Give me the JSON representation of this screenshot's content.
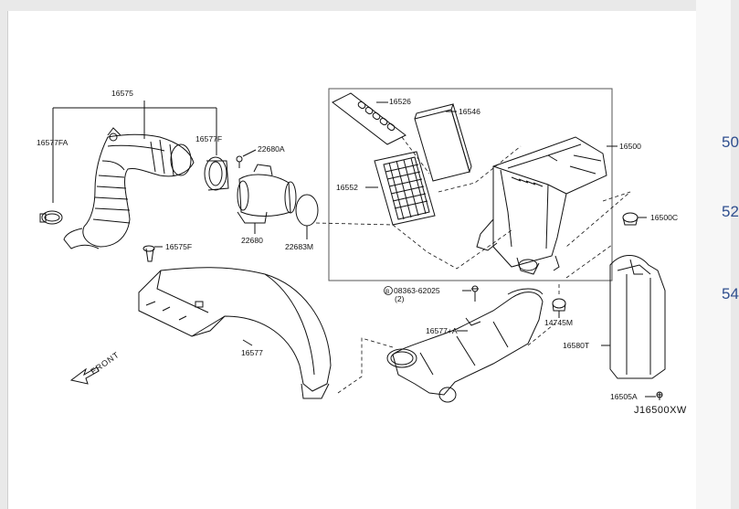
{
  "diagram_code": "J16500XW",
  "front_label": "FRONT",
  "part_labels": {
    "p16575": "16575",
    "p16577FA": "16577FA",
    "p16577F": "16577F",
    "p22680A": "22680A",
    "p16526": "16526",
    "p16546": "16546",
    "p16500": "16500",
    "p16552": "16552",
    "p22680": "22680",
    "p22683M": "22683M",
    "p16575F": "16575F",
    "p16500C": "16500C",
    "p08363_62025": "08363-62025",
    "p08363_qty": "(2)",
    "p08363_prefix": "B",
    "p16577A": "16577+A",
    "p14745M": "14745M",
    "p16577": "16577",
    "p16580T": "16580T",
    "p16505A": "16505A"
  },
  "edge_glyphs": [
    "50",
    "52",
    "54"
  ],
  "colors": {
    "line": "#111111",
    "frame": "#555555",
    "sheet": "#ffffff",
    "link": "#2f4f8f"
  }
}
